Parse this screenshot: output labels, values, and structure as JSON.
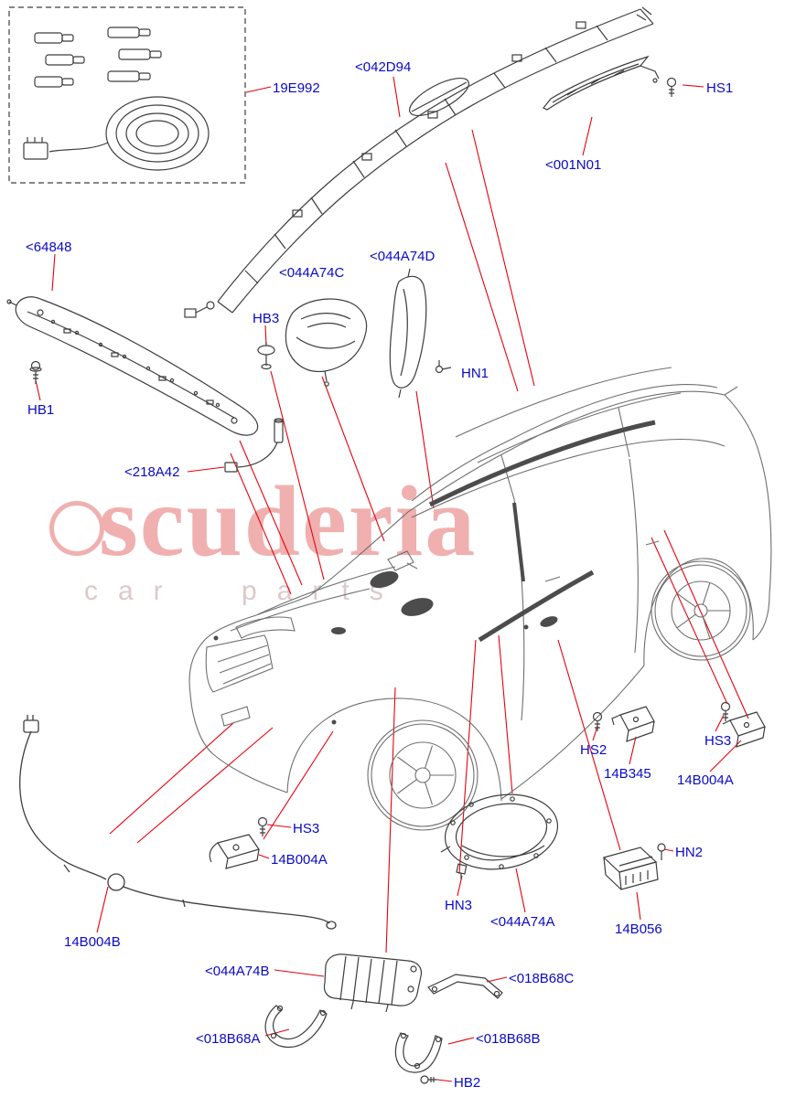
{
  "colors": {
    "label_blue": "#0a0ac4",
    "leader_red": "#e8000d",
    "line_art": "#3d3d3d",
    "car_line": "#6f6f6f",
    "watermark_pink": "#f0b0b0"
  },
  "watermark": {
    "word": "scuderia",
    "subword": "car parts"
  },
  "labels": [
    {
      "id": "19E992",
      "text": "19E992"
    },
    {
      "id": "042D94",
      "text": "<042D94"
    },
    {
      "id": "HS1",
      "text": "HS1"
    },
    {
      "id": "001N01",
      "text": "<001N01"
    },
    {
      "id": "64848",
      "text": "<64848"
    },
    {
      "id": "HB1",
      "text": "HB1"
    },
    {
      "id": "HB3",
      "text": "HB3"
    },
    {
      "id": "044A74C",
      "text": "<044A74C"
    },
    {
      "id": "044A74D",
      "text": "<044A74D"
    },
    {
      "id": "HN1",
      "text": "HN1"
    },
    {
      "id": "218A42",
      "text": "<218A42"
    },
    {
      "id": "HS2",
      "text": "HS2"
    },
    {
      "id": "14B345",
      "text": "14B345"
    },
    {
      "id": "HS3-right",
      "text": "HS3"
    },
    {
      "id": "14B004A-right",
      "text": "14B004A"
    },
    {
      "id": "HS3-left",
      "text": "HS3"
    },
    {
      "id": "14B004A-left",
      "text": "14B004A"
    },
    {
      "id": "14B004B",
      "text": "14B004B"
    },
    {
      "id": "HN3",
      "text": "HN3"
    },
    {
      "id": "044A74A",
      "text": "<044A74A"
    },
    {
      "id": "HN2",
      "text": "HN2"
    },
    {
      "id": "14B056",
      "text": "14B056"
    },
    {
      "id": "044A74B",
      "text": "<044A74B"
    },
    {
      "id": "018B68C",
      "text": "<018B68C"
    },
    {
      "id": "018B68A",
      "text": "<018B68A"
    },
    {
      "id": "018B68B",
      "text": "<018B68B"
    },
    {
      "id": "HB2",
      "text": "HB2"
    }
  ]
}
